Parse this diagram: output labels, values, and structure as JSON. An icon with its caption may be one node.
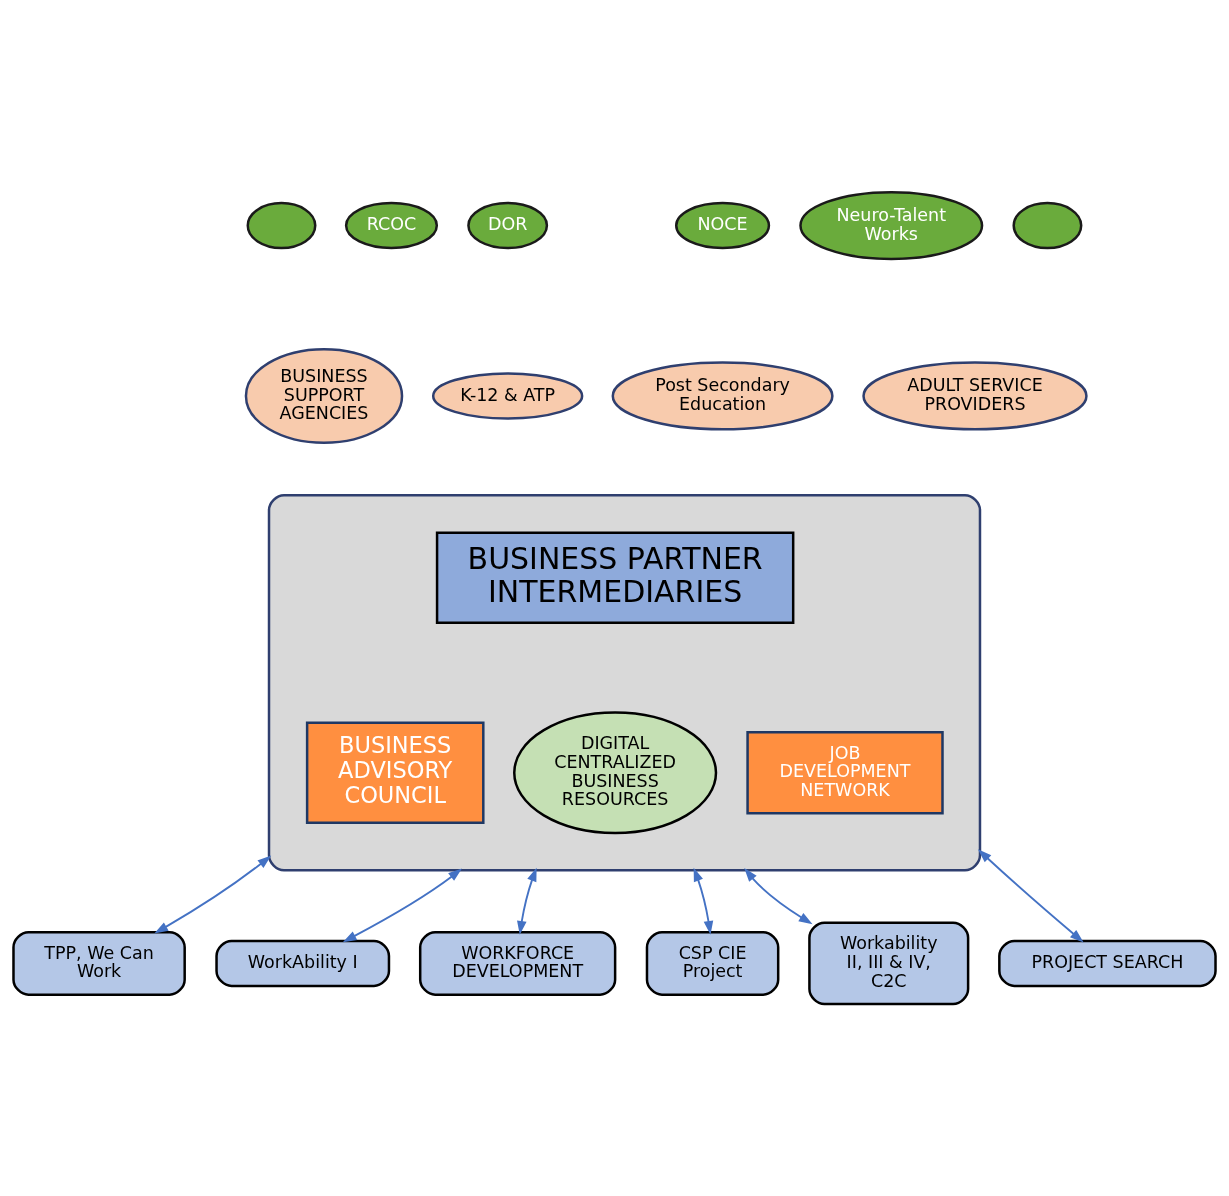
{
  "diagram": {
    "nodes": [
      {
        "text": [],
        "shape": "ellipse"
      },
      {
        "text": [
          "RCOC"
        ]
      },
      {
        "text": [
          "DOR"
        ]
      },
      {
        "text": [
          "NOCE"
        ]
      },
      {
        "text": [
          "Neuro-Talent Works"
        ]
      },
      {
        "text": [],
        "shape": "ellipse"
      },
      {
        "text": [
          "K-12 & ATP"
        ]
      },
      {
        "text": [
          "Post Secondary Education"
        ]
      },
      {
        "text": [
          "BUSINESS SUPPORT AGENCIES"
        ]
      },
      {
        "text": [
          "ADULT SERVICE PROVIDERS"
        ]
      },
      {
        "text": [],
        "shape": "ellipse"
      },
      {
        "text": [
          "BUSINESS PARTNER INTERMEDIARIES"
        ],
        "in": 10
      },
      {
        "text": [
          "BUSINESS ADVISORY COUNCIL"
        ],
        "in": 10
      },
      {
        "text": [
          "JOB DEVELOPMENT NETWORK"
        ],
        "in": 10
      },
      {
        "text": [
          "DIGITAL CENTRALIZED BUSINESS RESOURCES"
        ],
        "in": 10
      },
      {
        "text": [
          "TPP, We Can Work"
        ]
      },
      {
        "text": [
          "PROJECT SEARCH"
        ]
      },
      {
        "text": [
          "WorkAbility I"
        ]
      },
      {
        "text": [
          "WORKFORCE DEVELOPMENT"
        ]
      },
      {
        "text": [
          "CSP CIE Project"
        ]
      },
      {
        "text": [
          "Workability II, III & IV, C2C"
        ]
      }
    ],
    "edges": [
      {
        "from": 10,
        "to": 15,
        "arrow": "both"
      },
      {
        "from": 10,
        "to": 16,
        "arrow": "both"
      },
      {
        "from": 10,
        "to": 17,
        "arrow": "both"
      },
      {
        "from": 10,
        "to": 18,
        "arrow": "both"
      },
      {
        "from": 10,
        "to": 19,
        "arrow": "both"
      },
      {
        "from": 10,
        "to": 20,
        "arrow": "both"
      }
    ]
  }
}
